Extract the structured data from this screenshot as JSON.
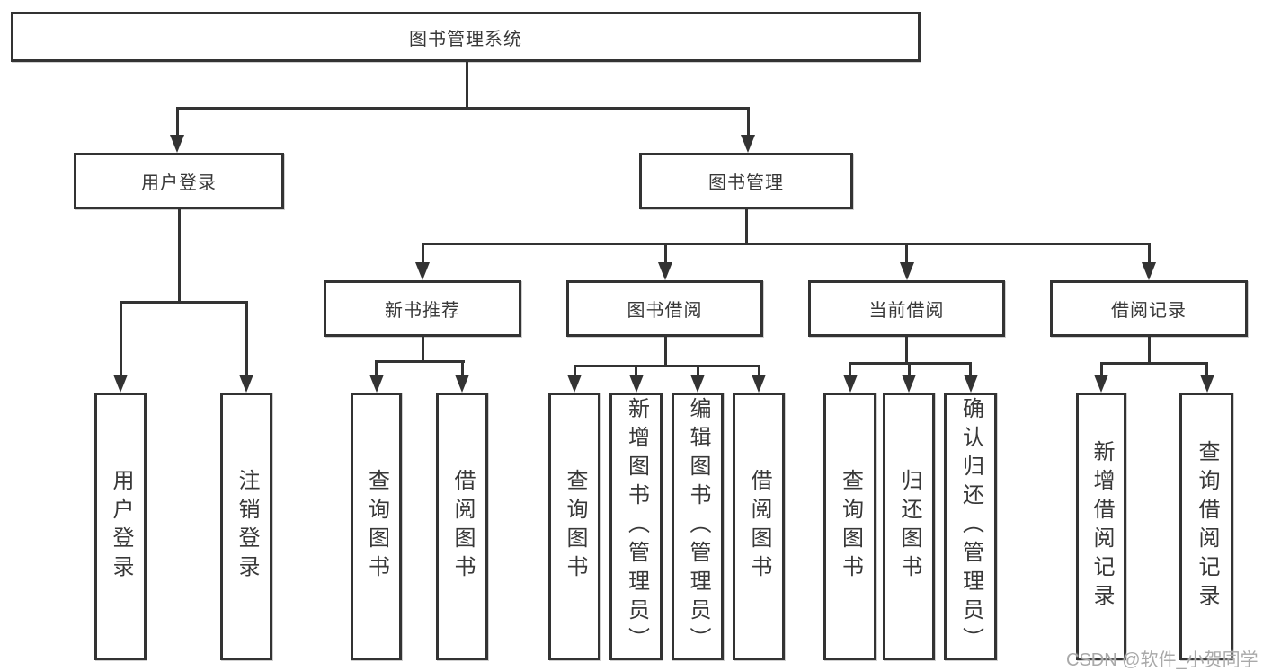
{
  "watermark": "CSDN @软件_小贺同学",
  "colors": {
    "line": "#333333",
    "box_border": "#333333",
    "box_background": "#ffffff",
    "text": "#383838",
    "watermark": "#a9a9a9"
  },
  "tree": {
    "root": {
      "label": "图书管理系统"
    },
    "branches": [
      {
        "label": "用户登录",
        "children": [
          {
            "label": "用户登录"
          },
          {
            "label": "注销登录"
          }
        ]
      },
      {
        "label": "图书管理",
        "children": [
          {
            "label": "新书推荐",
            "children": [
              {
                "label": "查询图书"
              },
              {
                "label": "借阅图书"
              }
            ]
          },
          {
            "label": "图书借阅",
            "children": [
              {
                "label": "查询图书"
              },
              {
                "label": "新增图书（管理员）"
              },
              {
                "label": "编辑图书（管理员）"
              },
              {
                "label": "借阅图书"
              }
            ]
          },
          {
            "label": "当前借阅",
            "children": [
              {
                "label": "查询图书"
              },
              {
                "label": "归还图书"
              },
              {
                "label": "确认归还（管理员）"
              }
            ]
          },
          {
            "label": "借阅记录",
            "children": [
              {
                "label": "新增借阅记录"
              },
              {
                "label": "查询借阅记录"
              }
            ]
          }
        ]
      }
    ]
  }
}
